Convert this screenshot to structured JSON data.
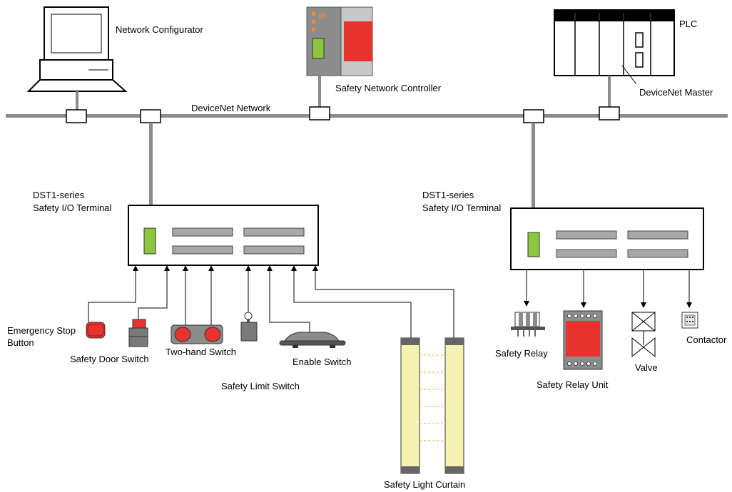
{
  "network": {
    "bus_label": "DeviceNet Network"
  },
  "devices": {
    "configurator": "Network Configurator",
    "controller": "Safety Network Controller",
    "controller_display": "88",
    "plc": "PLC",
    "plc_master": "DeviceNet Master"
  },
  "terminal_left": {
    "label_line1": "DST1-series",
    "label_line2": "Safety I/O Terminal"
  },
  "terminal_right": {
    "label_line1": "DST1-series",
    "label_line2": "Safety I/O Terminal"
  },
  "inputs": {
    "emergency_stop_line1": "Emergency Stop",
    "emergency_stop_line2": "Button",
    "door_switch": "Safety Door Switch",
    "two_hand": "Two-hand Switch",
    "limit_switch": "Safety Limit Switch",
    "enable_switch": "Enable Switch",
    "light_curtain": "Safety Light Curtain"
  },
  "outputs": {
    "relay": "Safety Relay",
    "relay_unit": "Safety Relay Unit",
    "valve": "Valve",
    "contactor": "Contactor"
  },
  "colors": {
    "bus": "#8c8c8c",
    "led_green": "#8cc63f",
    "red": "#e8322e",
    "curtain": "#f6f3b2"
  }
}
